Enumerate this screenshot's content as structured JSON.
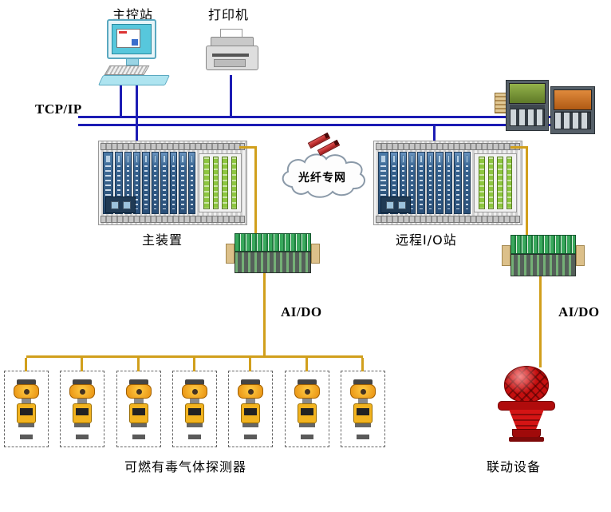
{
  "labels": {
    "main_station": "主控站",
    "printer": "打印机",
    "tcpip": "TCP/IP",
    "fiber_network": "光纤专网",
    "main_device": "主装置",
    "remote_io_station": "远程I/O站",
    "aido_left": "AI/DO",
    "aido_right": "AI/DO",
    "gas_detectors": "可燃有毒气体探测器",
    "linkage_devices": "联动设备"
  },
  "detectors": {
    "count": 7
  },
  "colors": {
    "bus_line": "#1c1cb4",
    "signal_line": "#d19f1c",
    "rack_module_blue": "#35618e",
    "io_card_green": "#8dc63f",
    "terminal_green": "#39a85c",
    "beacon_red": "#c40f0f",
    "detector_yellow": "#f2b31f",
    "screen_cyan": "#57c7dc"
  }
}
